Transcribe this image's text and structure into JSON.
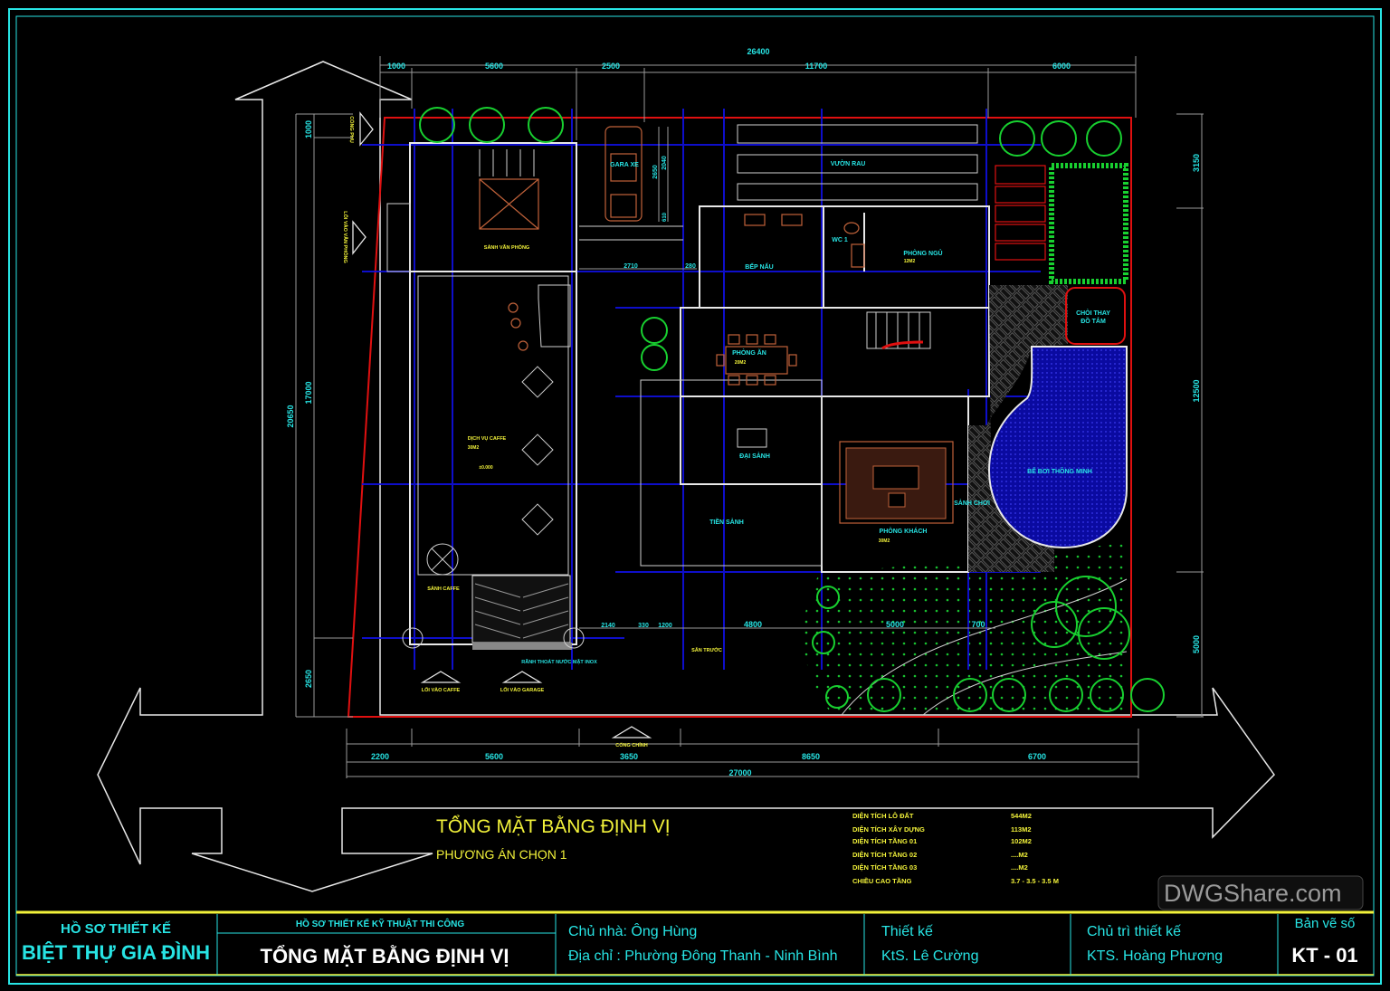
{
  "drawing": {
    "title": "TỔNG MẶT BẰNG ĐỊNH VỊ",
    "subtitle": "PHƯƠNG ÁN CHỌN 1",
    "area_table": [
      {
        "label": "DIỆN TÍCH LÔ ĐẤT",
        "value": "544M2"
      },
      {
        "label": "DIỆN TÍCH XÂY DỰNG",
        "value": "113M2"
      },
      {
        "label": "DIỆN TÍCH TẦNG 01",
        "value": "102M2"
      },
      {
        "label": "DIỆN TÍCH TẦNG 02",
        "value": "....M2"
      },
      {
        "label": "DIỆN TÍCH TẦNG 03",
        "value": "....M2"
      },
      {
        "label": "CHIỀU CAO TẦNG",
        "value": "3.7 - 3.5 - 3.5 M"
      }
    ],
    "dimensions": {
      "top_total": "26400",
      "top": [
        "1000",
        "5600",
        "2500",
        "11700",
        "6000"
      ],
      "bottom_total": "27000",
      "bottom": [
        "2200",
        "5600",
        "3650",
        "8650",
        "6700"
      ],
      "left_total": "20650",
      "left": [
        "1000",
        "17000",
        "2650"
      ],
      "right": [
        "3150",
        "12500",
        "5000"
      ],
      "inner": [
        "2140",
        "330",
        "1200",
        "4800",
        "5000",
        "700",
        "2710",
        "280",
        "2650",
        "2040",
        "610"
      ]
    },
    "rooms": {
      "garage": "GARA XE",
      "office_hall": "SẢNH VĂN PHÒNG",
      "vegetable_garden": "VƯỜN RAU",
      "kitchen": "BẾP NẤU",
      "wc": "WC 1",
      "bedroom": "PHÒNG NGỦ",
      "bedroom_area": "12M2",
      "dining": "PHÒNG ĂN",
      "dining_area": "20M2",
      "changing_1": "CHÒI THAY",
      "changing_2": "ĐỒ TẮM",
      "cafe": "DỊCH VỤ CAFFE",
      "cafe_area": "30M2",
      "level": "±0.000",
      "main_hall": "ĐẠI SẢNH",
      "lobby": "TIỀN SẢNH",
      "living": "PHÒNG KHÁCH",
      "living_area": "30M2",
      "play_hall": "SẢNH CHƠI",
      "pool": "BỂ BƠI THÔNG MINH",
      "cafe_hall": "SẢNH CAFFE",
      "front_yard": "SÂN TRƯỚC",
      "drain": "RÃNH THOÁT NƯỚC MẶT INOX",
      "cafe_entry": "LỐI VÀO CAFFE",
      "garage_entry": "LỐI VÀO GARAGE",
      "main_gate": "CỔNG CHÍNH",
      "side_gate": "CỔNG PHỤ",
      "office_entry": "LỐI VÀO VĂN PHÒNG"
    }
  },
  "title_block": {
    "project_line1": "HỒ SƠ THIẾT KẾ",
    "project_line2": "BIỆT THỰ GIA ĐÌNH",
    "sheet_category": "HỒ SƠ THIẾT KẾ KỸ THUẬT THI CÔNG",
    "sheet_title": "TỔNG MẶT BẰNG ĐỊNH VỊ",
    "owner": "Chủ nhà: Ông Hùng",
    "address": "Địa chỉ : Phường Đông Thanh - Ninh Bình",
    "designer_label": "Thiết kế",
    "designer": "KtS. Lê Cường",
    "chief_label": "Chủ trì thiết kế",
    "chief": "KTS. Hoàng Phương",
    "sheet_no_label": "Bản vẽ số",
    "sheet_no": "KT - 01"
  },
  "watermark": "DWGShare.com",
  "colors": {
    "background": "#000000",
    "border": "#27e4e4",
    "title_block_line": "#f2f23a",
    "plot_boundary": "#e01010",
    "axis": "#1010e0",
    "walls": "#e8e8e8"
  }
}
